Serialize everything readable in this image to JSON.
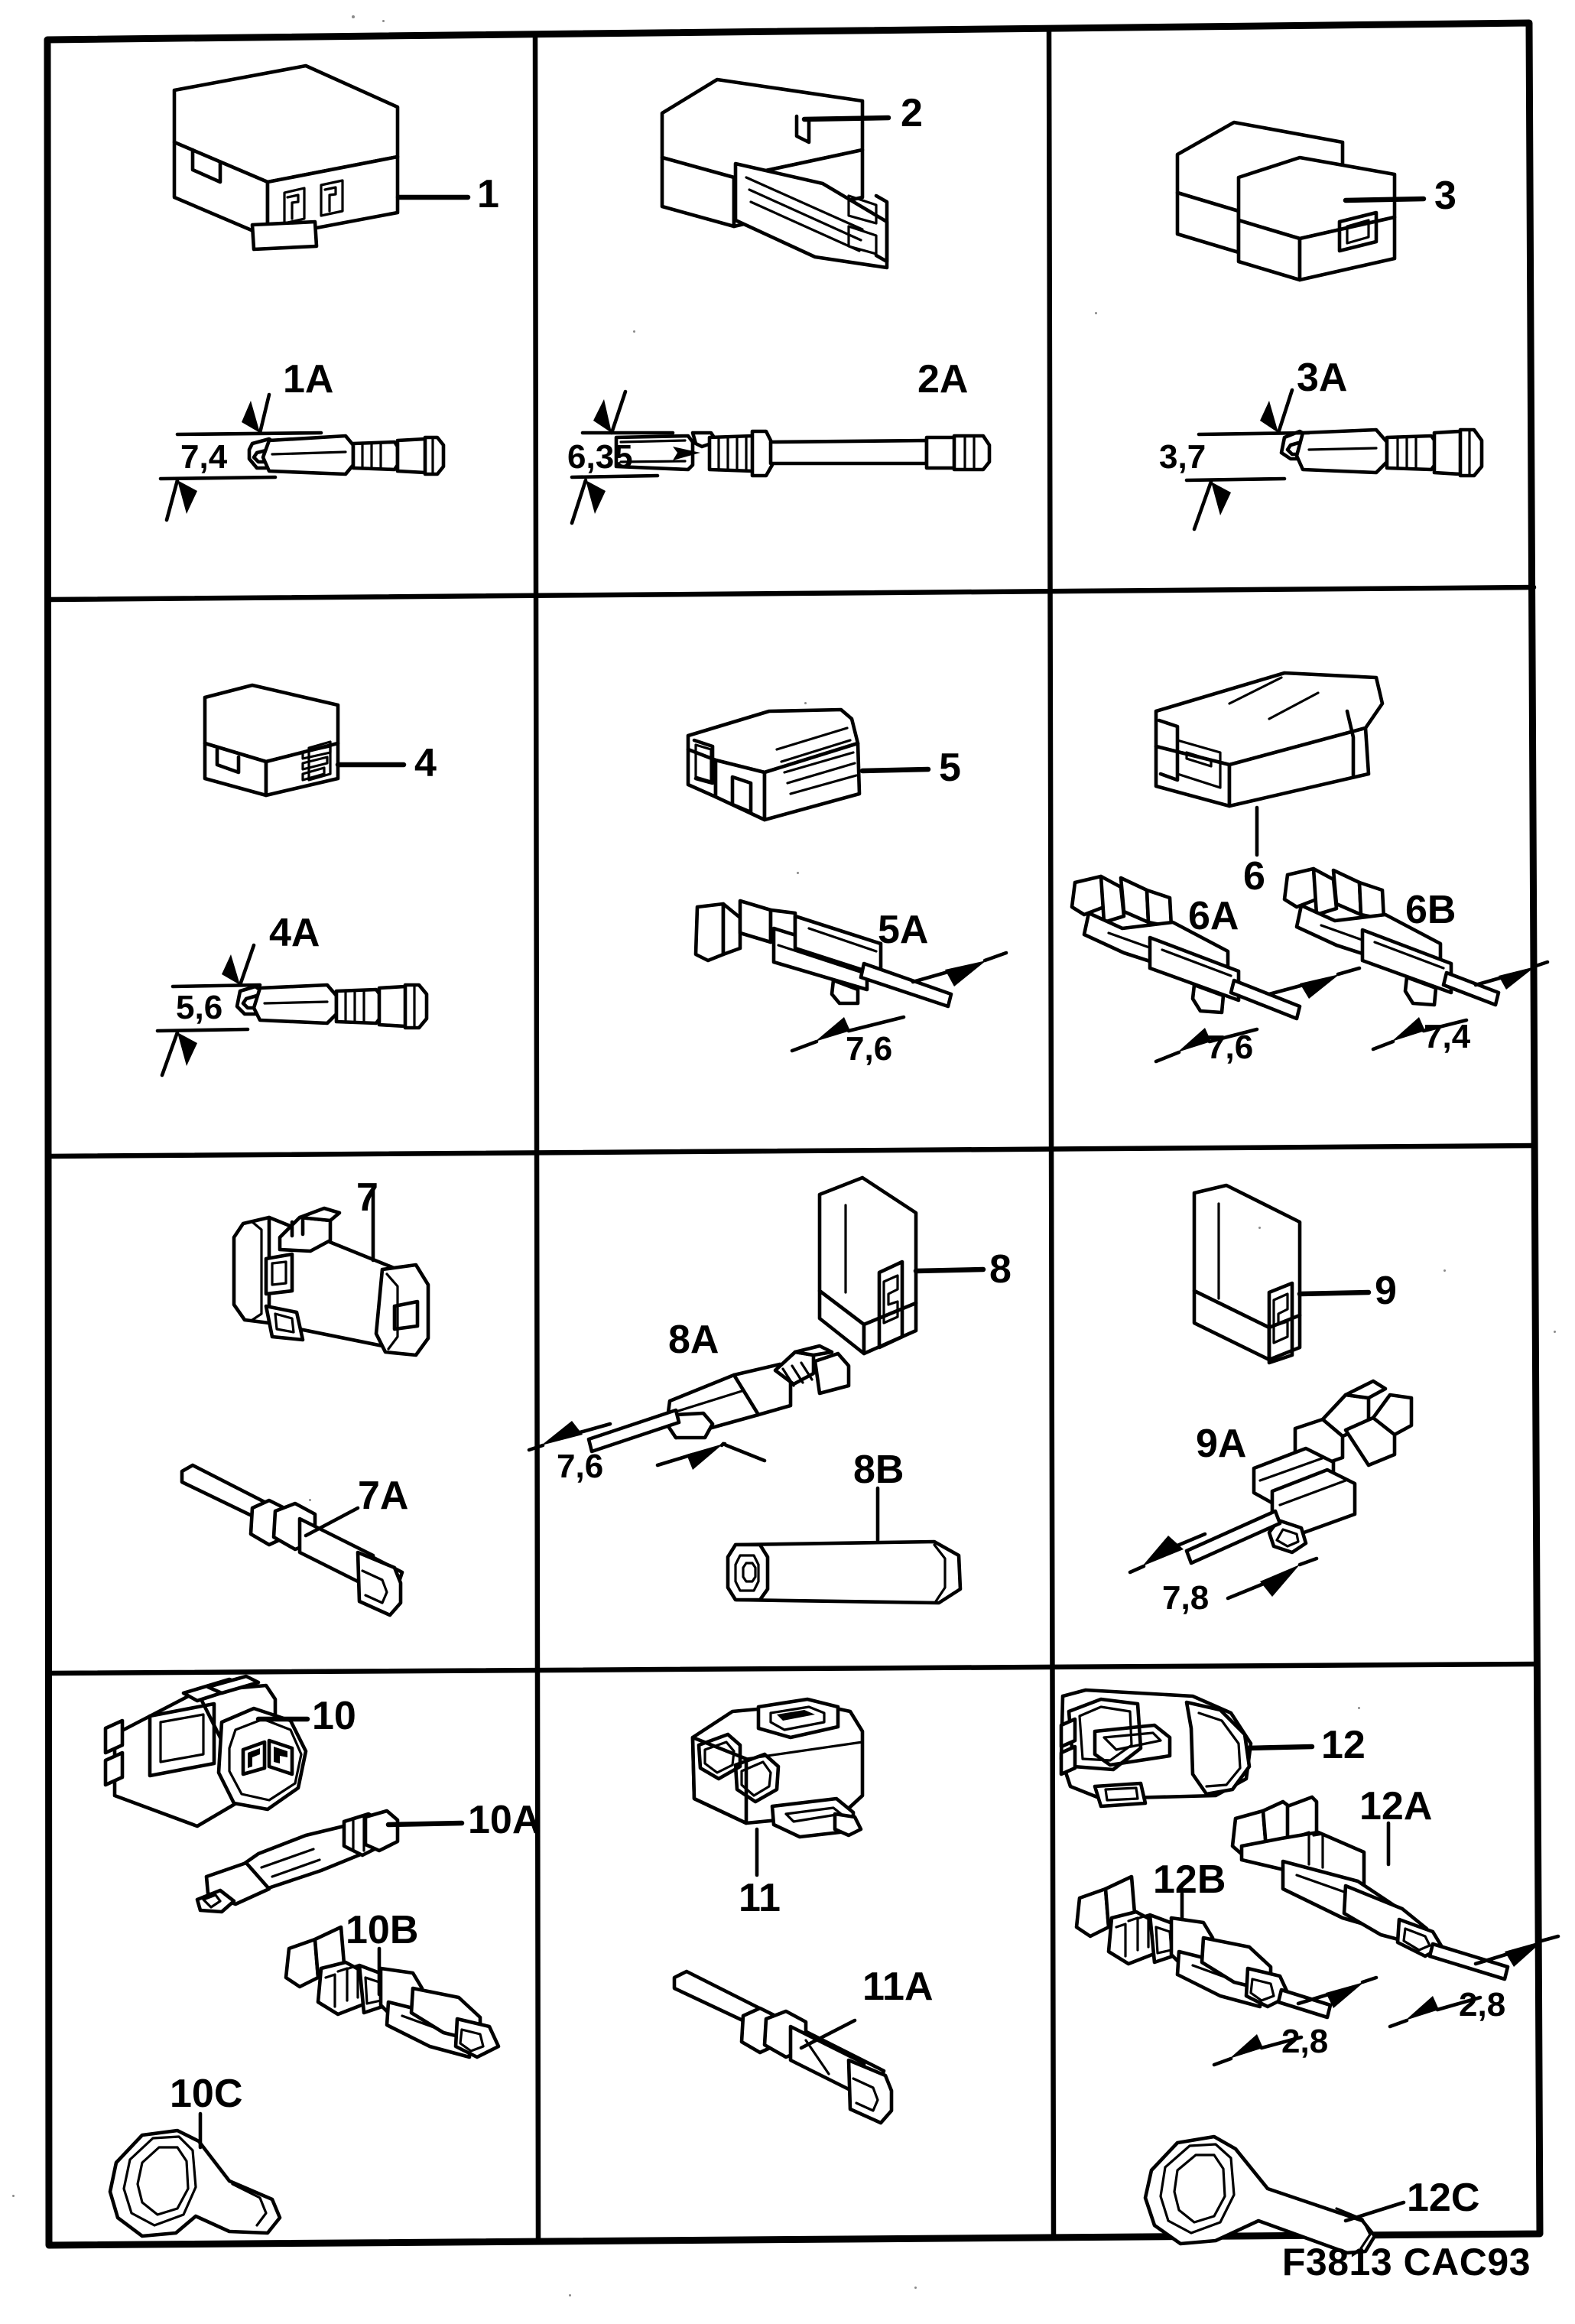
{
  "page": {
    "title": "Saab electrical connector identification chart",
    "footer_code": "F3813 CAC93",
    "ink_color": "#000000",
    "paper_color": "#ffffff"
  },
  "grid": {
    "columns": 3,
    "rows": 4,
    "total_cells": 12
  },
  "cells": [
    {
      "id": "cell-1",
      "row": 1,
      "col": 1,
      "connector": {
        "label": "1",
        "kind": "two-way-housing"
      },
      "parts": [
        {
          "label": "1A",
          "kind": "male-blade-terminal",
          "dimension": "7,4",
          "dimension_unit": "mm"
        }
      ]
    },
    {
      "id": "cell-2",
      "row": 1,
      "col": 2,
      "connector": {
        "label": "2",
        "kind": "two-way-housing-ribbed"
      },
      "parts": [
        {
          "label": "2A",
          "kind": "long-pin-terminal",
          "dimension": "6,35",
          "dimension_unit": "mm"
        }
      ]
    },
    {
      "id": "cell-3",
      "row": 1,
      "col": 3,
      "connector": {
        "label": "3",
        "kind": "single-way-housing"
      },
      "parts": [
        {
          "label": "3A",
          "kind": "male-blade-terminal",
          "dimension": "3,7",
          "dimension_unit": "mm"
        }
      ]
    },
    {
      "id": "cell-4",
      "row": 2,
      "col": 1,
      "connector": {
        "label": "4",
        "kind": "two-way-housing-slim"
      },
      "parts": [
        {
          "label": "4A",
          "kind": "male-blade-terminal",
          "dimension": "5,6",
          "dimension_unit": "mm"
        }
      ]
    },
    {
      "id": "cell-5",
      "row": 2,
      "col": 2,
      "connector": {
        "label": "5",
        "kind": "stepped-housing-ribbed"
      },
      "parts": [
        {
          "label": "5A",
          "kind": "female-blade-receptacle",
          "dimension": "7,6",
          "dimension_unit": "mm"
        }
      ]
    },
    {
      "id": "cell-6",
      "row": 2,
      "col": 3,
      "connector": {
        "label": "6",
        "kind": "open-end-housing"
      },
      "parts": [
        {
          "label": "6A",
          "kind": "female-receptacle-with-lock",
          "dimension": "7,6",
          "dimension_unit": "mm"
        },
        {
          "label": "6B",
          "kind": "female-receptacle-with-lock",
          "dimension": "7,4",
          "dimension_unit": "mm"
        }
      ]
    },
    {
      "id": "cell-7",
      "row": 3,
      "col": 1,
      "connector": {
        "label": "7",
        "kind": "cylindrical-latch-housing"
      },
      "parts": [
        {
          "label": "7A",
          "kind": "round-bullet-socket-terminal",
          "dimension": "",
          "dimension_unit": ""
        }
      ]
    },
    {
      "id": "cell-8",
      "row": 3,
      "col": 2,
      "connector": {
        "label": "8",
        "kind": "flat-blade-housing"
      },
      "parts": [
        {
          "label": "8A",
          "kind": "female-blade-receptacle",
          "dimension": "7,6",
          "dimension_unit": "mm"
        },
        {
          "label": "8B",
          "kind": "insulating-sleeve",
          "dimension": "",
          "dimension_unit": ""
        }
      ]
    },
    {
      "id": "cell-9",
      "row": 3,
      "col": 3,
      "connector": {
        "label": "9",
        "kind": "flat-blade-housing"
      },
      "parts": [
        {
          "label": "9A",
          "kind": "female-blade-receptacle",
          "dimension": "7,8",
          "dimension_unit": "mm"
        }
      ]
    },
    {
      "id": "cell-10",
      "row": 4,
      "col": 1,
      "connector": {
        "label": "10",
        "kind": "two-way-sealed-housing"
      },
      "parts": [
        {
          "label": "10A",
          "kind": "male-pin-terminal",
          "dimension": "",
          "dimension_unit": ""
        },
        {
          "label": "10B",
          "kind": "female-crimp-terminal",
          "dimension": "",
          "dimension_unit": ""
        },
        {
          "label": "10C",
          "kind": "cable-seal-grommet",
          "dimension": "",
          "dimension_unit": ""
        }
      ]
    },
    {
      "id": "cell-11",
      "row": 4,
      "col": 2,
      "connector": {
        "label": "11",
        "kind": "two-way-round-bore-housing"
      },
      "parts": [
        {
          "label": "11A",
          "kind": "round-bullet-socket-terminal",
          "dimension": "",
          "dimension_unit": ""
        }
      ]
    },
    {
      "id": "cell-12",
      "row": 4,
      "col": 3,
      "connector": {
        "label": "12",
        "kind": "sealed-latch-housing"
      },
      "parts": [
        {
          "label": "12A",
          "kind": "female-box-terminal",
          "dimension": "2,8",
          "dimension_unit": "mm"
        },
        {
          "label": "12B",
          "kind": "female-crimp-terminal",
          "dimension": "2,8",
          "dimension_unit": "mm"
        },
        {
          "label": "12C",
          "kind": "cable-seal-grommet",
          "dimension": "",
          "dimension_unit": ""
        }
      ]
    }
  ]
}
